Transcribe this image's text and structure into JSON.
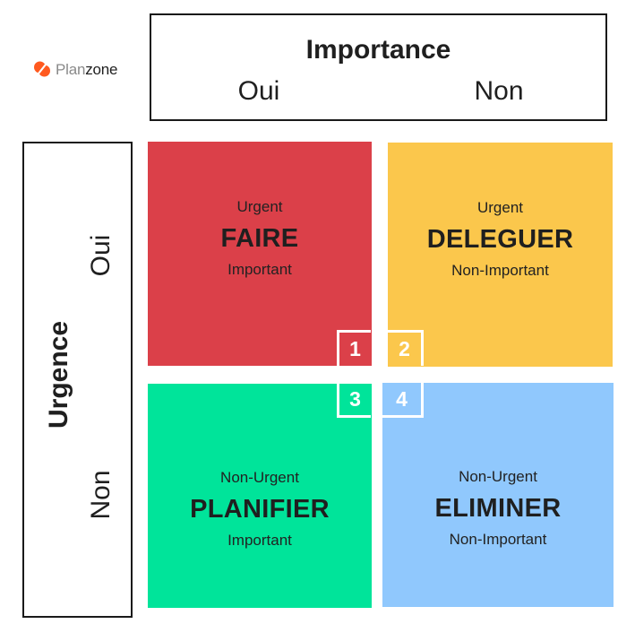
{
  "logo": {
    "text_part1": "Plan",
    "text_part2": "zone",
    "icon": "planzone-logo-icon",
    "color": "#ff5a1f"
  },
  "importance": {
    "title": "Importance",
    "options": [
      "Oui",
      "Non"
    ]
  },
  "urgence": {
    "title": "Urgence",
    "options": [
      "Oui",
      "Non"
    ]
  },
  "quadrants": [
    {
      "number": "1",
      "top": "Urgent",
      "action": "FAIRE",
      "bottom": "Important",
      "color": "#db4049"
    },
    {
      "number": "2",
      "top": "Urgent",
      "action": "DELEGUER",
      "bottom": "Non-Important",
      "color": "#fbc74c"
    },
    {
      "number": "3",
      "top": "Non-Urgent",
      "action": "PLANIFIER",
      "bottom": "Important",
      "color": "#00e49a"
    },
    {
      "number": "4",
      "top": "Non-Urgent",
      "action": "ELIMINER",
      "bottom": "Non-Important",
      "color": "#90c8fd"
    }
  ]
}
